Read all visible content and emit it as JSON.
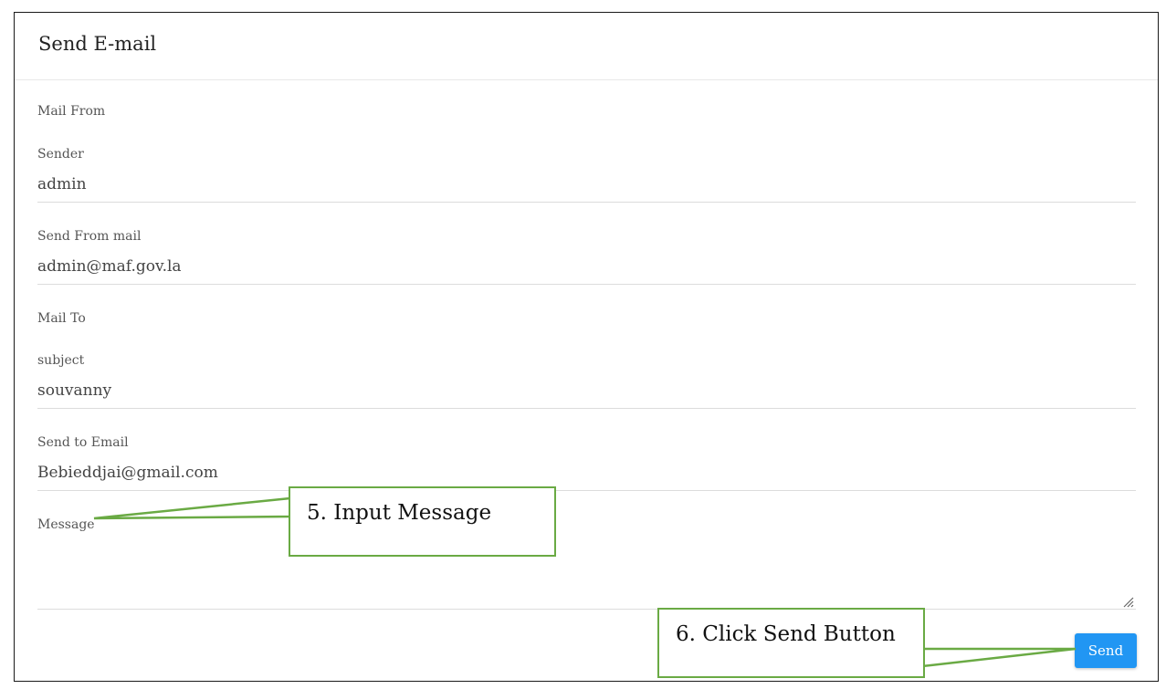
{
  "dialog": {
    "title": "Send E-mail"
  },
  "mail_from": {
    "section_label": "Mail From",
    "sender_label": "Sender",
    "sender_value": "admin",
    "from_mail_label": "Send From mail",
    "from_mail_value": "admin@maf.gov.la"
  },
  "mail_to": {
    "section_label": "Mail To",
    "subject_label": "subject",
    "subject_value": "souvanny",
    "to_email_label": "Send to Email",
    "to_email_value": "Bebieddjai@gmail.com"
  },
  "message": {
    "label": "Message",
    "value": ""
  },
  "actions": {
    "send_label": "Send"
  },
  "callouts": {
    "step5": "5. Input Message",
    "step6": "6. Click Send Button"
  },
  "colors": {
    "primary_button": "#2196f3",
    "callout_border": "#6aaa44"
  }
}
